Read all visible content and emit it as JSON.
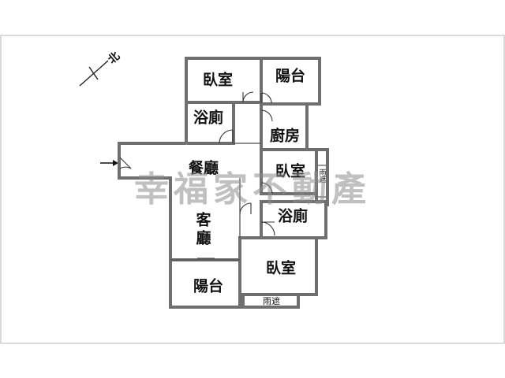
{
  "compass": {
    "label": "北",
    "icon": "north-arrow-icon"
  },
  "entrance": {
    "icon": "entrance-arrow-icon"
  },
  "rooms": {
    "bedroom_top": "臥室",
    "balcony_top": "陽台",
    "bath_top": "浴廁",
    "kitchen": "廚房",
    "dining": "餐廳",
    "bedroom_mid": "臥室",
    "bath_mid": "浴廁",
    "living": "客廳",
    "balcony_bottom": "陽台",
    "bedroom_bottom": "臥室",
    "rain_shelter_bottom": "雨遮",
    "rain_shelter_side": "雨遮"
  },
  "watermark": "幸福家不動產"
}
